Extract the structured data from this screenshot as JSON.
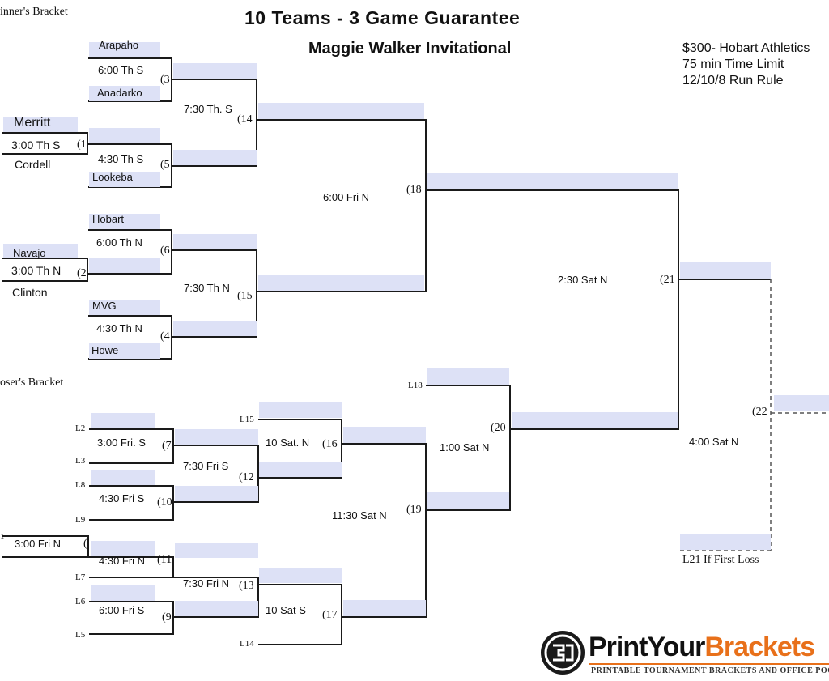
{
  "header": {
    "title": "10 Teams - 3 Game Guarantee",
    "subtitle": "Maggie Walker Invitational",
    "info": [
      "$300- Hobart Athletics",
      "75 min Time Limit",
      "12/10/8 Run Rule"
    ]
  },
  "labels": {
    "winners_bracket": "inner's Bracket",
    "losers_bracket": "oser's Bracket",
    "if_first_loss": "L21 If First Loss"
  },
  "teams": {
    "arapaho": "Arapaho",
    "anadarko": "Anadarko",
    "merritt": "Merritt",
    "cordell": "Cordell",
    "lookeba": "Lookeba",
    "hobart": "Hobart",
    "navajo": "Navajo",
    "clinton": "Clinton",
    "mvg": "MVG",
    "howe": "Howe"
  },
  "times": {
    "g3": "6:00 Th   S",
    "g1": "3:00 Th     S",
    "g5": "4:30 Th   S",
    "g14": "7:30 Th.  S",
    "g6": "6:00 Th     N",
    "g2": "3:00 Th     N",
    "g4": "4:30 Th     N",
    "g15": "7:30 Th  N",
    "g18": "6:00 Fri      N",
    "g21": "2:30 Sat    N",
    "g7": "3:00 Fri.   S",
    "g12": "7:30 Fri    S",
    "g10": "4:30 Fri   S",
    "g16": "10 Sat. N",
    "g8": "3:00 Fri     N",
    "g11": "4:30 Fri  N",
    "g13": "7:30 Fri  N",
    "g9": "6:00  Fri  S",
    "g17": "10 Sat  S",
    "g19": "11:30  Sat    N",
    "g20": "1:00 Sat    N",
    "g22": "4:00 Sat    N"
  },
  "game_numbers": {
    "g1": "(1",
    "g2": "(2",
    "g3": "(3",
    "g4": "(4",
    "g5": "(5",
    "g6": "(6",
    "g7": "(7",
    "g8": "(",
    "g9": "(9",
    "g10": "(10",
    "g11": "(11",
    "g12": "(12",
    "g13": "(13",
    "g14": "(14",
    "g15": "(15",
    "g16": "(16",
    "g17": "(17",
    "g18": "(18",
    "g19": "(19",
    "g20": "(20",
    "g21": "(21",
    "g22": "(22"
  },
  "loser_refs": {
    "l2": "L2",
    "l3": "L3",
    "l8": "L8",
    "l9": "L9",
    "l1": "1",
    "l7": "L7",
    "l6": "L6",
    "l5": "L5",
    "l15": "L15",
    "l14": "L14",
    "l18": "L18"
  },
  "logo": {
    "name_part1": "PrintYour",
    "name_part2": "Brackets",
    "tagline": "PRINTABLE TOURNAMENT BRACKETS AND OFFICE POO"
  },
  "colors": {
    "slot_fill": "#dde1f6",
    "line": "#1a1a1a",
    "logo_orange": "#e8701a"
  }
}
